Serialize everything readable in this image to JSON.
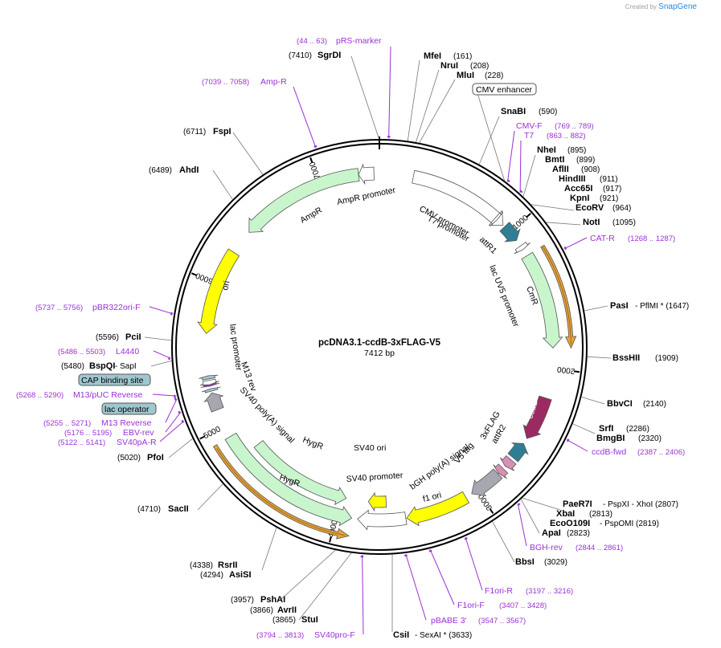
{
  "credit": {
    "prefix": "Created by",
    "brand": "SnapGene"
  },
  "plasmid": {
    "name": "pcDNA3.1-ccdB-3xFLAG-V5",
    "length": 7412,
    "length_label": "7412 bp"
  },
  "ticks": [
    "1000",
    "2000",
    "3000",
    "4000",
    "5000",
    "6000",
    "7000"
  ],
  "features": [
    {
      "name": "CMV promoter",
      "start": 232,
      "end": 935,
      "direction": 1,
      "color": "#ffffff",
      "ring": "inner"
    },
    {
      "name": "T7 promoter",
      "start": 863,
      "end": 881,
      "direction": 1,
      "color": "#ffffff",
      "ring": "inner"
    },
    {
      "name": "attR1",
      "start": 950,
      "end": 1074,
      "direction": 1,
      "color": "#2e7f95",
      "ring": "inner"
    },
    {
      "name": "lac UV5 promoter",
      "start": 1120,
      "end": 1150,
      "direction": 1,
      "color": "#ffffff",
      "ring": "inner"
    },
    {
      "name": "CmR",
      "start": 1200,
      "end": 1860,
      "direction": 1,
      "color": "#c9f5cd",
      "ring": "inner"
    },
    {
      "name": "CmR-outer",
      "start": 1200,
      "end": 1860,
      "direction": 1,
      "color": "#e8a33b",
      "ring": "outer"
    },
    {
      "name": "ccdB",
      "start": 2205,
      "end": 2510,
      "direction": 1,
      "color": "#9c2a62",
      "ring": "inner"
    },
    {
      "name": "attR2",
      "start": 2550,
      "end": 2670,
      "direction": -1,
      "color": "#2e7f95",
      "ring": "inner"
    },
    {
      "name": "3xFLAG",
      "start": 2690,
      "end": 2750,
      "direction": 1,
      "color": "#d88fb4",
      "ring": "inner"
    },
    {
      "name": "V5 tag",
      "start": 2770,
      "end": 2815,
      "direction": 1,
      "color": "#d88fb4",
      "ring": "inner"
    },
    {
      "name": "bGH poly(A) signal",
      "start": 2820,
      "end": 3045,
      "direction": 1,
      "color": "#a7a7b0",
      "ring": "inner"
    },
    {
      "name": "f1 ori",
      "start": 3091,
      "end": 3520,
      "direction": 1,
      "color": "#ffff00",
      "ring": "inner"
    },
    {
      "name": "SV40 promoter",
      "start": 3526,
      "end": 3855,
      "direction": 1,
      "color": "#ffffff",
      "ring": "inner"
    },
    {
      "name": "HygR",
      "start": 3895,
      "end": 4920,
      "direction": -1,
      "color": "#c9f5cd",
      "ring": "inner"
    },
    {
      "name": "HygR-outer",
      "start": 3895,
      "end": 4920,
      "direction": -1,
      "color": "#e8a33b",
      "ring": "outer"
    },
    {
      "name": "SV40 ori",
      "start": 3655,
      "end": 3790,
      "direction": 1,
      "color": "#ffff00",
      "ring": "inner2"
    },
    {
      "name": "HygR-2",
      "start": 3960,
      "end": 4760,
      "direction": -1,
      "color": "#c9f5cd",
      "ring": "inner2"
    },
    {
      "name": "SV40 poly(A) signal",
      "start": 5122,
      "end": 5243,
      "direction": 1,
      "color": "#a7a7b0",
      "ring": "inner"
    },
    {
      "name": "lac operator",
      "start": 5255,
      "end": 5272,
      "direction": 1,
      "color": "#9fc7d0",
      "ring": "inner"
    },
    {
      "name": "M13 rev",
      "start": 5290,
      "end": 5306,
      "direction": -1,
      "color": "#9b30d6",
      "ring": "inner"
    },
    {
      "name": "lac promoter",
      "start": 5300,
      "end": 5330,
      "direction": -1,
      "color": "#ffffff",
      "ring": "inner"
    },
    {
      "name": "CAP binding site",
      "start": 5340,
      "end": 5362,
      "direction": 1,
      "color": "#9fc7d0",
      "ring": "inner"
    },
    {
      "name": "ori",
      "start": 5650,
      "end": 6239,
      "direction": -1,
      "color": "#ffff00",
      "ring": "inner"
    },
    {
      "name": "AmpR",
      "start": 6410,
      "end": 7270,
      "direction": -1,
      "color": "#c9f5cd",
      "ring": "inner"
    },
    {
      "name": "AmpR promoter",
      "start": 7270,
      "end": 7375,
      "direction": -1,
      "color": "#ffffff",
      "ring": "inner"
    }
  ],
  "feature_labels": [
    {
      "key": "cmv",
      "text": "CMV promoter"
    },
    {
      "key": "t7",
      "text": "T7 promoter"
    },
    {
      "key": "attr1",
      "text": "attR1"
    },
    {
      "key": "lacuv5",
      "text": "lac UV5 promoter"
    },
    {
      "key": "cmr",
      "text": "CmR"
    },
    {
      "key": "ccdb",
      "text": "ccdB"
    },
    {
      "key": "flag",
      "text": "3xFLAG"
    },
    {
      "key": "attr2",
      "text": "attR2"
    },
    {
      "key": "v5",
      "text": "V5 tag"
    },
    {
      "key": "bgh",
      "text": "bGH poly(A) signal"
    },
    {
      "key": "f1",
      "text": "f1 ori"
    },
    {
      "key": "sv40p",
      "text": "SV40 promoter"
    },
    {
      "key": "sv40ori",
      "text": "SV40 ori"
    },
    {
      "key": "hygr1",
      "text": "HygR"
    },
    {
      "key": "hygr2",
      "text": "HygR"
    },
    {
      "key": "sv40pa",
      "text": "SV40 poly(A) signal"
    },
    {
      "key": "m13rev",
      "text": "M13 rev"
    },
    {
      "key": "lacp",
      "text": "lac promoter"
    },
    {
      "key": "ori",
      "text": "ori"
    },
    {
      "key": "ampr",
      "text": "AmpR"
    },
    {
      "key": "amprp",
      "text": "AmpR promoter"
    }
  ],
  "sites": [
    {
      "name": "MfeI",
      "pos": "(161)"
    },
    {
      "name": "NruI",
      "pos": "(208)"
    },
    {
      "name": "MluI",
      "pos": "(228)"
    },
    {
      "name": "SnaBI",
      "pos": "(590)"
    },
    {
      "name": "NheI",
      "pos": "(895)"
    },
    {
      "name": "BmtI",
      "pos": "(899)"
    },
    {
      "name": "AflII",
      "pos": "(908)"
    },
    {
      "name": "HindIII",
      "pos": "(911)"
    },
    {
      "name": "Acc65I",
      "pos": "(917)"
    },
    {
      "name": "KpnI",
      "pos": "(921)"
    },
    {
      "name": "EcoRV",
      "pos": "(964)"
    },
    {
      "name": "NotI",
      "pos": "(1095)"
    },
    {
      "name": "PasI",
      "pos": "- PflMI *  (1647)"
    },
    {
      "name": "BssHII",
      "pos": "(1909)"
    },
    {
      "name": "BbvCI",
      "pos": "(2140)"
    },
    {
      "name": "SrfI",
      "pos": "(2286)"
    },
    {
      "name": "BmgBI",
      "pos": "(2320)"
    },
    {
      "name": "PaeR7I",
      "pos": "- PspXI  - XhoI  (2807)"
    },
    {
      "name": "XbaI",
      "pos": "(2813)"
    },
    {
      "name": "EcoO109I",
      "pos": "- PspOMI  (2819)"
    },
    {
      "name": "ApaI",
      "pos": "(2823)"
    },
    {
      "name": "BbsI",
      "pos": "(3029)"
    },
    {
      "name": "CsiI",
      "pos": "- SexAI *  (3633)"
    },
    {
      "name": "StuI",
      "pos": "(3865)"
    },
    {
      "name": "AvrII",
      "pos": "(3866)"
    },
    {
      "name": "PshAI",
      "pos": "(3957)"
    },
    {
      "name": "AsiSI",
      "pos": "(4294)"
    },
    {
      "name": "RsrII",
      "pos": "(4338)"
    },
    {
      "name": "SacII",
      "pos": "(4710)"
    },
    {
      "name": "PfoI",
      "pos": "(5020)"
    },
    {
      "name": "BspQI",
      "pos": "- SapI"
    },
    {
      "name": "PciI",
      "pos": "(5596)"
    },
    {
      "name": "AhdI",
      "pos": "(6489)"
    },
    {
      "name": "FspI",
      "pos": "(6711)"
    },
    {
      "name": "SgrDI",
      "pos": "(7410)"
    }
  ],
  "site_extra": {
    "bspqi_pos": "(5480)"
  },
  "primers": [
    {
      "name": "pRS-marker",
      "range": "(44 .. 63)"
    },
    {
      "name": "CMV-F",
      "range": "(769 .. 789)"
    },
    {
      "name": "T7",
      "range": "(863 .. 882)"
    },
    {
      "name": "CAT-R",
      "range": "(1268 .. 1287)"
    },
    {
      "name": "ccdB-fwd",
      "range": "(2387 .. 2406)"
    },
    {
      "name": "BGH-rev",
      "range": "(2844 .. 2861)"
    },
    {
      "name": "F1ori-R",
      "range": "(3197 .. 3216)"
    },
    {
      "name": "F1ori-F",
      "range": "(3407 .. 3428)"
    },
    {
      "name": "pBABE 3'",
      "range": "(3547 .. 3567)"
    },
    {
      "name": "SV40pro-F",
      "range": "(3794 .. 3813)"
    },
    {
      "name": "SV40pA-R",
      "range": "(5122 .. 5141)"
    },
    {
      "name": "EBV-rev",
      "range": "(5176 .. 5195)"
    },
    {
      "name": "M13 Reverse",
      "range": "(5255 .. 5271)"
    },
    {
      "name": "M13/pUC Reverse",
      "range": "(5268 .. 5290)"
    },
    {
      "name": "L4440",
      "range": "(5486 .. 5503)"
    },
    {
      "name": "pBR322ori-F",
      "range": "(5737 .. 5756)"
    },
    {
      "name": "Amp-R",
      "range": "(7039 .. 7058)"
    }
  ],
  "boxed_labels": {
    "cmv_enhancer": "CMV enhancer",
    "cap_site": "CAP binding site",
    "lac_operator": "lac operator"
  }
}
